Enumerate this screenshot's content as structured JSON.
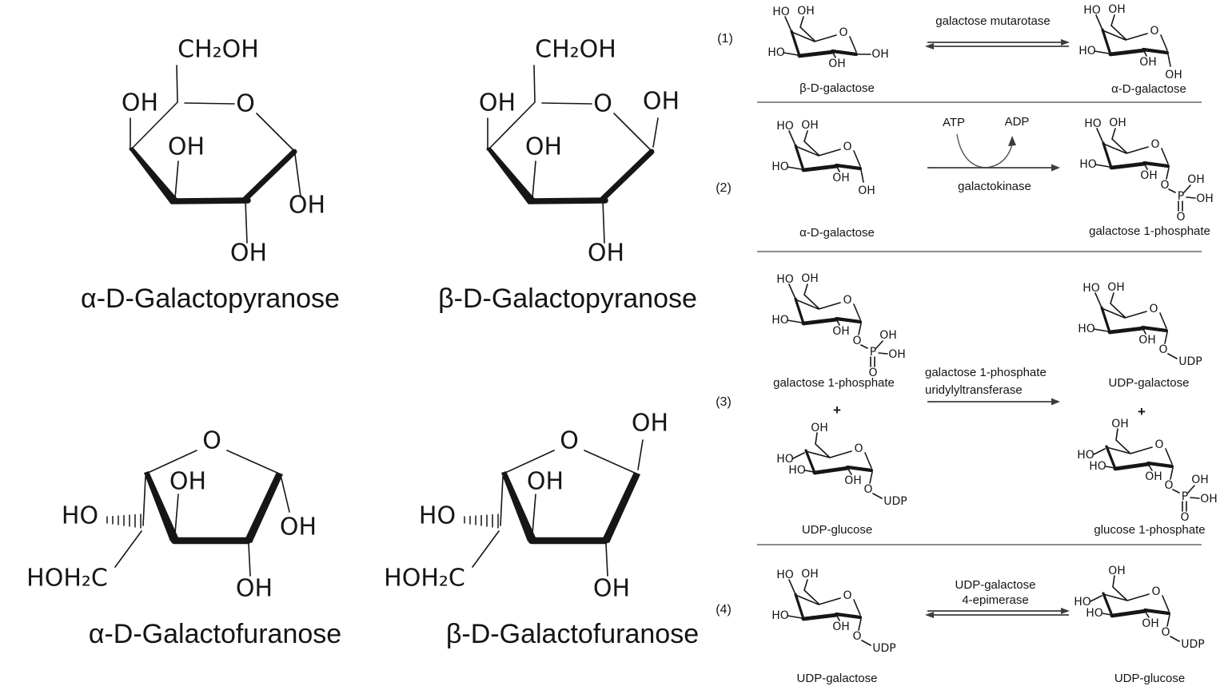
{
  "atoms": {
    "oh": "OH",
    "ho": "HO",
    "o": "O",
    "p": "P",
    "udp": "UDP",
    "ch2oh": "CH₂OH",
    "hoh2c": "HOH₂C"
  },
  "left_panel": {
    "structures": [
      {
        "label": "α-D-Galactopyranose"
      },
      {
        "label": "β-D-Galactopyranose"
      },
      {
        "label": "α-D-Galactofuranose"
      },
      {
        "label": "β-D-Galactofuranose"
      }
    ]
  },
  "reactions": {
    "r1": {
      "number": "(1)",
      "reactant": "β-D-galactose",
      "product": "α-D-galactose",
      "enzyme": "galactose mutarotase"
    },
    "r2": {
      "number": "(2)",
      "reactant": "α-D-galactose",
      "product": "galactose 1-phosphate",
      "enzyme": "galactokinase",
      "cofactor_in": "ATP",
      "cofactor_out": "ADP"
    },
    "r3": {
      "number": "(3)",
      "reactant_top": "galactose 1-phosphate",
      "product_top": "UDP-galactose",
      "reactant_bottom": "UDP-glucose",
      "product_bottom": "glucose 1-phosphate",
      "enzyme_line1": "galactose 1-phosphate",
      "enzyme_line2": "uridylyltransferase",
      "plus": "+"
    },
    "r4": {
      "number": "(4)",
      "reactant": "UDP-galactose",
      "product": "UDP-glucose",
      "enzyme_line1": "UDP-galactose",
      "enzyme_line2": "4-epimerase"
    }
  }
}
